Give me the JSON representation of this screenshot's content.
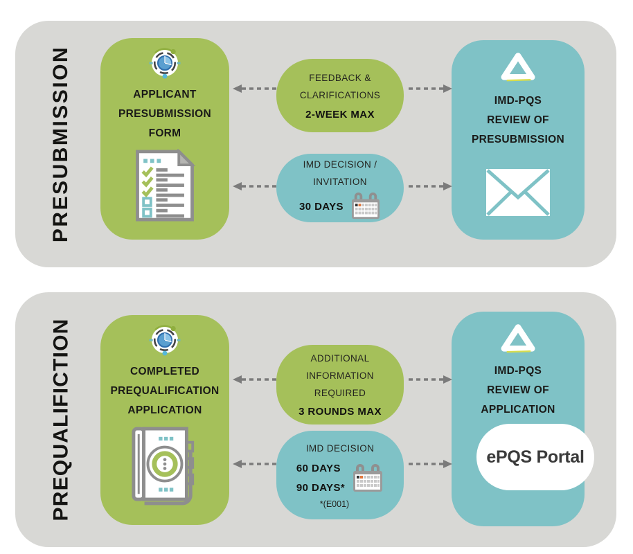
{
  "section1": {
    "label": "PRESUBMISSION",
    "left_card": {
      "line1": "APPLICANT",
      "line2": "PRESUBMISSION",
      "line3": "FORM"
    },
    "bubble1": {
      "line1": "FEEDBACK &",
      "line2": "CLARIFICATIONS",
      "bold": "2-WEEK MAX"
    },
    "bubble2": {
      "line1": "IMD DECISION /",
      "line2": "INVITATION",
      "bold": "30 DAYS"
    },
    "right_card": {
      "line1": "IMD-PQS",
      "line2": "REVIEW OF",
      "line3": "PRESUBMISSION"
    }
  },
  "section2": {
    "label": "PREQUALIFICTION",
    "left_card": {
      "line1": "COMPLETED",
      "line2": "PREQUALIFICATION",
      "line3": "APPLICATION"
    },
    "bubble1": {
      "line1": "ADDITIONAL",
      "line2": "INFORMATION",
      "line3": "REQUIRED",
      "bold": "3 ROUNDS MAX"
    },
    "bubble2": {
      "line1": "IMD DECISION",
      "bold1": "60 DAYS",
      "bold2": "90 DAYS*",
      "note": "*(E001)"
    },
    "right_card": {
      "line1": "IMD-PQS",
      "line2": "REVIEW OF",
      "line3": "APPLICATION",
      "badge": "ePQS Portal"
    }
  },
  "icons": {
    "gauge": "gauge-icon",
    "checklist": "checklist-icon",
    "logo": "pqs-ribbon-logo-icon",
    "envelope": "envelope-icon",
    "calendar": "calendar-icon",
    "book": "application-book-icon"
  },
  "colors": {
    "green": "#a5c05a",
    "teal": "#7fc2c6",
    "section_background": "#d8d8d5",
    "text": "#1a1a18",
    "arrow": "#7b7b7b",
    "badge_text": "#3a3a3a",
    "accent_yellow": "#d8dd4e",
    "calendar_orange": "#e0763c"
  }
}
